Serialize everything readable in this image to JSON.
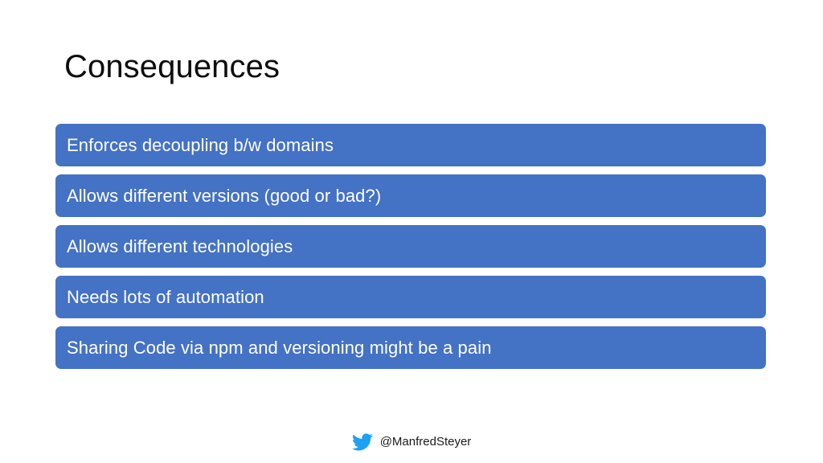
{
  "slide": {
    "title": "Consequences",
    "background_color": "#FFFFFF",
    "bar_color": "#4472C4",
    "bar_text_color": "#FFFFFF",
    "title_color": "#0D0D0D"
  },
  "bars": [
    {
      "label": "Enforces decoupling b/w domains"
    },
    {
      "label": "Allows different versions (good or bad?)"
    },
    {
      "label": "Allows different technologies"
    },
    {
      "label": "Needs lots of automation"
    },
    {
      "label": "Sharing Code via npm and versioning might be a pain"
    }
  ],
  "footer": {
    "icon": "twitter-bird-icon",
    "icon_color": "#1DA1F2",
    "handle": "@ManfredSteyer"
  }
}
